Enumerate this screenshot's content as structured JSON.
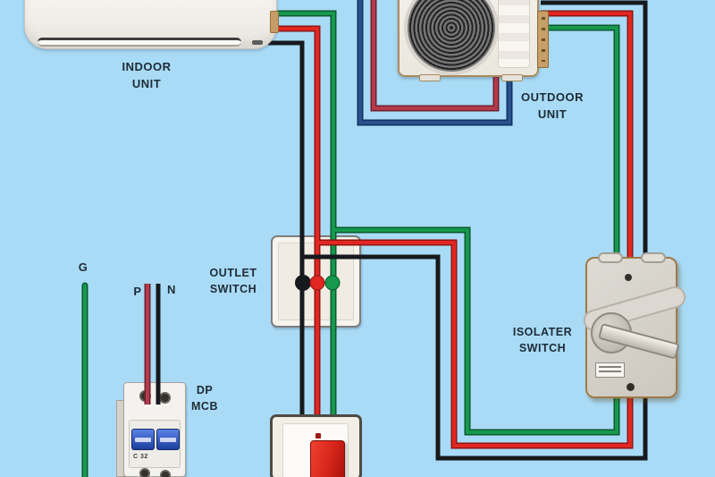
{
  "labels": {
    "indoor_unit": "INDOOR\nUNIT",
    "outdoor_unit": "OUTDOOR\nUNIT",
    "outlet_switch": "OUTLET\nSWITCH",
    "isolater_switch": "ISOLATER\nSWITCH",
    "dp_mcb": "DP\nMCB",
    "wire_g": "G",
    "wire_p": "P",
    "wire_n": "N",
    "mcb_rating": "C 32"
  },
  "colors": {
    "background": "#a9dbf6",
    "label_text": "#1d2b36",
    "wire_green": "#16994d",
    "wire_green_edge": "#0a5a2d",
    "wire_red": "#e22723",
    "wire_red_edge": "#8e1512",
    "wire_black": "#16191d",
    "wire_crimson": "#b23a4a",
    "wire_crimson_edge": "#6f2030",
    "wire_blue": "#28508d",
    "wire_blue_edge": "#12305e"
  }
}
